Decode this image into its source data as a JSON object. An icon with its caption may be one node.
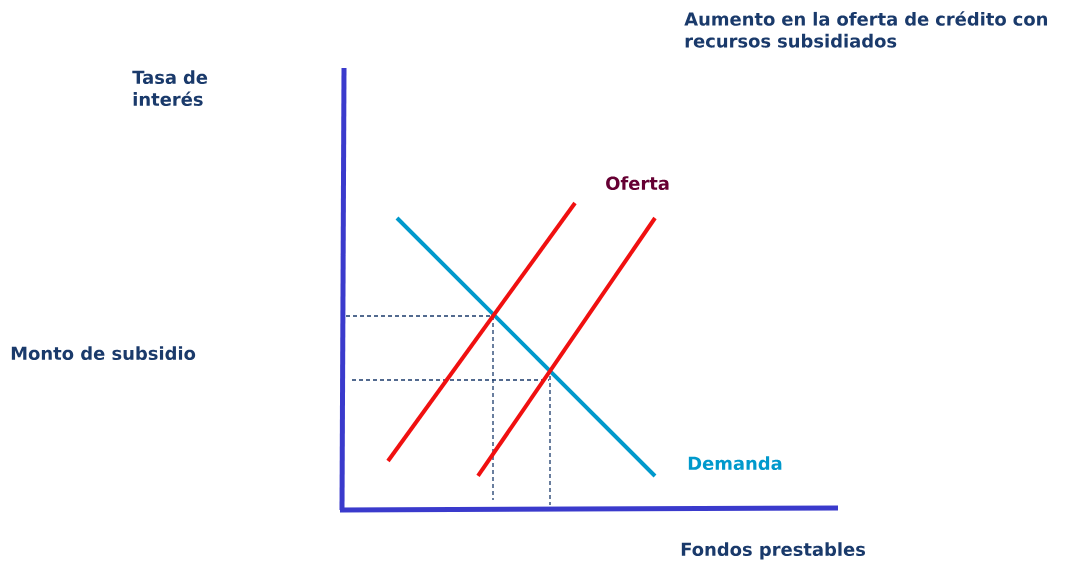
{
  "diagram": {
    "title": "Aumento en la oferta de crédito con recursos subsidiados",
    "labels": [
      "Tasa de interés",
      "Oferta",
      "Monto de subsidio",
      "Demanda",
      "Fondos prestables"
    ]
  }
}
